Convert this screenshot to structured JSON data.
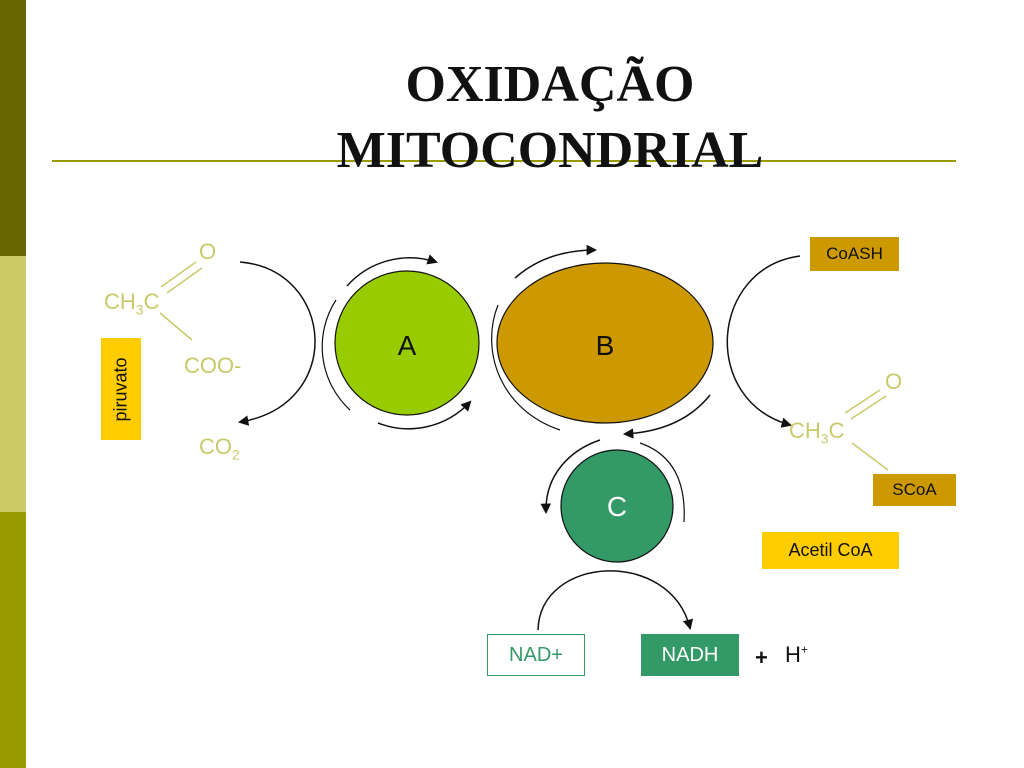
{
  "title": {
    "line1": "OXIDAÇÃO",
    "line2": "MITOCONDRIAL"
  },
  "colors": {
    "bar_dark": "#666600",
    "bar_light": "#cccc66",
    "bar_mid": "#999900",
    "divider": "#999900",
    "enzyme_a": "#99cc00",
    "enzyme_b": "#cc9900",
    "enzyme_c": "#339966",
    "chem_text": "#c9c96a",
    "label_yellow": "#ffcc00",
    "label_gold": "#cc9900"
  },
  "enzymes": {
    "a": "A",
    "b": "B",
    "c": "C"
  },
  "piruvato": {
    "label": "piruvato",
    "o": "O",
    "ch3": "CH",
    "ch3_sub": "3",
    "c": "C",
    "coo": "COO-"
  },
  "co2": {
    "text": "CO",
    "sub": "2"
  },
  "acetyl": {
    "o": "O",
    "ch3": "CH",
    "ch3_sub": "3",
    "c": "C",
    "scoa": "SCoA",
    "coash": "CoASH",
    "label": "Acetil CoA"
  },
  "nad": {
    "nad_plus": "NAD+",
    "nadh": "NADH",
    "plus": "+",
    "h": "H",
    "h_sup": "+"
  }
}
